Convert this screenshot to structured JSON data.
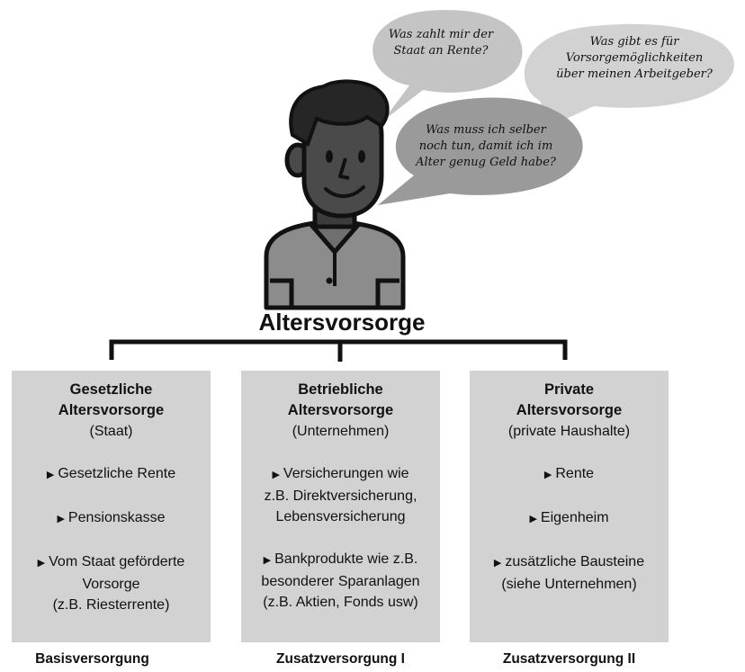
{
  "bubbles": [
    {
      "lines": [
        "Was zahlt mir der",
        "Staat an Rente?"
      ]
    },
    {
      "lines": [
        "Was gibt es für",
        "Vorsorgemöglichkeiten",
        "über meinen Arbeitgeber?"
      ]
    },
    {
      "lines": [
        "Was muss ich selber",
        "noch tun, damit ich im",
        "Alter genug Geld habe?"
      ]
    }
  ],
  "title": "Altersvorsorge",
  "columns": [
    {
      "heading": [
        "Gesetzliche",
        "Altersvorsorge"
      ],
      "subtitle": "(Staat)",
      "items": [
        [
          "Gesetzliche Rente"
        ],
        [
          "Pensionskasse"
        ],
        [
          "Vom Staat geförderte",
          "Vorsorge",
          "(z.B. Riesterrente)"
        ]
      ],
      "footer": "Basisversorgung"
    },
    {
      "heading": [
        "Betriebliche",
        "Altersvorsorge"
      ],
      "subtitle": "(Unternehmen)",
      "items": [
        [
          "Versicherungen wie",
          "z.B. Direktversicherung,",
          "Lebensversicherung"
        ],
        [
          "Bankprodukte wie z.B.",
          "besonderer Sparanlagen",
          "(z.B. Aktien, Fonds usw)"
        ]
      ],
      "footer": "Zusatzversorgung I"
    },
    {
      "heading": [
        "Private",
        "Altersvorsorge"
      ],
      "subtitle": "(private Haushalte)",
      "items": [
        [
          "Rente"
        ],
        [
          "Eigenheim"
        ],
        [
          "zusätzliche Bausteine",
          "(siehe Unternehmen)"
        ]
      ],
      "footer": "Zusatzversorgung II"
    }
  ],
  "colors": {
    "box": "#d2d2d2",
    "bubble": "#c8c8c8",
    "bubble_dark": "#9c9c9c",
    "skin": "#4a4a4a",
    "hair": "#2a2a2a",
    "shirt": "#8c8c8c"
  },
  "icons": [
    "person-illustration-icon",
    "speech-bubble-icon",
    "triangle-bullet-icon"
  ]
}
